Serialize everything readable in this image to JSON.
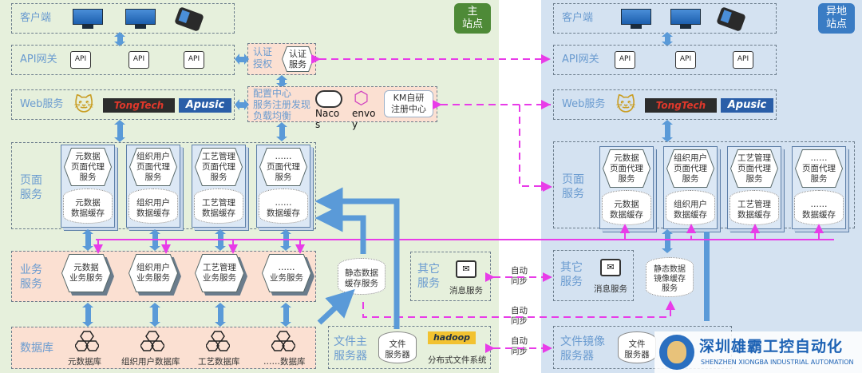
{
  "main_site": {
    "badge": "主\n站点",
    "badge_color": "#4e8a37",
    "client_label": "客户端",
    "api_gateway_label": "API网关",
    "api_icon_text": "API",
    "web_label": "Web服务",
    "web_products": [
      "Tomcat",
      "TongTech",
      "Apusic"
    ],
    "page_service_label": "页面\n服务",
    "page_proxies": [
      {
        "service": "元数据\n页面代理\n服务",
        "cache": "元数据\n数据缓存"
      },
      {
        "service": "组织用户\n页面代理\n服务",
        "cache": "组织用户\n数据缓存"
      },
      {
        "service": "工艺管理\n页面代理\n服务",
        "cache": "工艺管理\n数据缓存"
      },
      {
        "service": "……\n页面代理\n服务",
        "cache": "……\n数据缓存"
      }
    ],
    "business_label": "业务\n服务",
    "business_services": [
      "元数据\n业务服务",
      "组织用户\n业务服务",
      "工艺管理\n业务服务",
      "……\n业务服务"
    ],
    "database_label": "数据库",
    "databases": [
      "元数据库",
      "组织用户数据库",
      "工艺数据库",
      "……数据库"
    ],
    "auth_label": "认证\n授权",
    "auth_service": "认证\n服务",
    "config_label": "配置中心\n服务注册发现\n负载均衡",
    "config_items": [
      "Naco\ns",
      "envo\ny"
    ],
    "km_registry": "KM自研\n注册中心",
    "static_cache": "静态数据\n缓存服务",
    "other_label": "其它\n服务",
    "message_service": "消息服务",
    "file_label": "文件主\n服务器",
    "file_server": "文件\n服务器",
    "hadoop_label": "hadoop",
    "dfs_label": "分布式文件系统"
  },
  "sync_labels": [
    "自动\n同步",
    "自动\n同步",
    "自动\n同步"
  ],
  "remote_site": {
    "badge": "异地\n站点",
    "badge_color": "#3a7cc4",
    "client_label": "客户端",
    "api_gateway_label": "API网关",
    "web_label": "Web服务",
    "page_service_label": "页面\n服务",
    "page_proxies": [
      {
        "service": "元数据\n页面代理\n服务",
        "cache": "元数据\n数据缓存"
      },
      {
        "service": "组织用户\n页面代理\n服务",
        "cache": "组织用户\n数据缓存"
      },
      {
        "service": "工艺管理\n页面代理\n服务",
        "cache": "工艺管理\n数据缓存"
      },
      {
        "service": "……\n页面代理\n服务",
        "cache": "……\n数据缓存"
      }
    ],
    "other_label": "其它\n服务",
    "message_service": "消息服务",
    "static_mirror": "静态数据\n镜像缓存\n服务",
    "file_mirror_label": "文件镜像\n服务器",
    "file_server": "文件\n服务器"
  },
  "watermark": {
    "cn": "深圳雄霸工控自动化",
    "en": "SHENZHEN XIONGBA INDUSTRIAL AUTOMATION"
  }
}
